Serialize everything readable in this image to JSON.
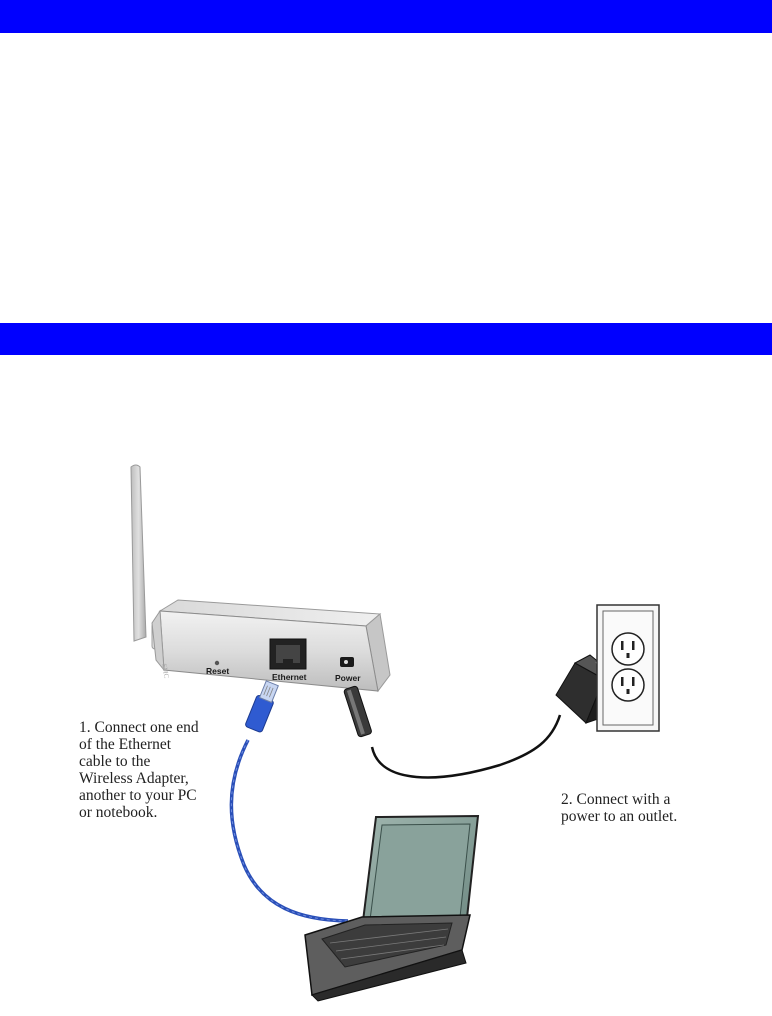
{
  "header": {
    "top_bar_color": "#0000ff",
    "section_bar_color": "#0000ff"
  },
  "device": {
    "ports": {
      "reset": "Reset",
      "ethernet": "Ethernet",
      "power": "Power"
    }
  },
  "instructions": {
    "step1": [
      "1. Connect one end",
      "of the Ethernet",
      "cable to  the",
      "Wireless Adapter,",
      "another to your PC",
      "or notebook."
    ],
    "step2": [
      "2. Connect with a",
      "power  to an outlet."
    ]
  },
  "icons": {
    "antenna": "antenna-icon",
    "device": "wireless-adapter-icon",
    "laptop": "laptop-icon",
    "outlet": "wall-outlet-icon",
    "adapter": "power-adapter-icon",
    "plug": "ethernet-plug-icon"
  },
  "colors": {
    "ethernet_cable": "#2a4fb8",
    "power_cable": "#111111"
  }
}
